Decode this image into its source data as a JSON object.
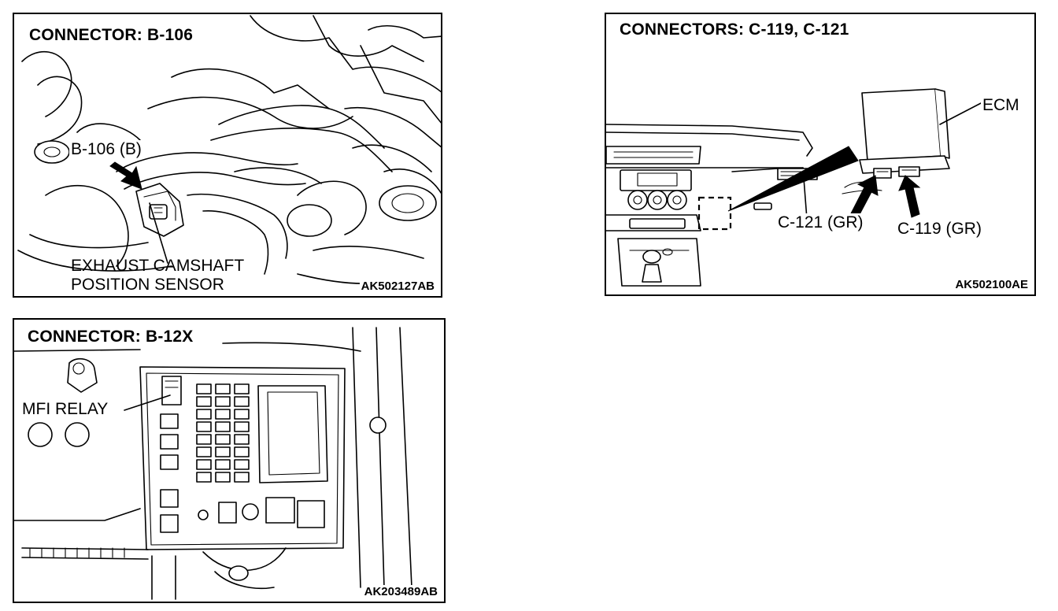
{
  "panels": {
    "b106": {
      "title": "CONNECTOR: B-106",
      "connector_label": "B-106 (B)",
      "sensor_line1": "EXHAUST CAMSHAFT",
      "sensor_line2": "POSITION SENSOR",
      "code": "AK502127AB"
    },
    "c119": {
      "title": "CONNECTORS: C-119, C-121",
      "ecm_label": "ECM",
      "c121_label": "C-121 (GR)",
      "c119_label": "C-119 (GR)",
      "code": "AK502100AE"
    },
    "b12x": {
      "title": "CONNECTOR: B-12X",
      "relay_label": "MFI RELAY",
      "code": "AK203489AB"
    }
  }
}
